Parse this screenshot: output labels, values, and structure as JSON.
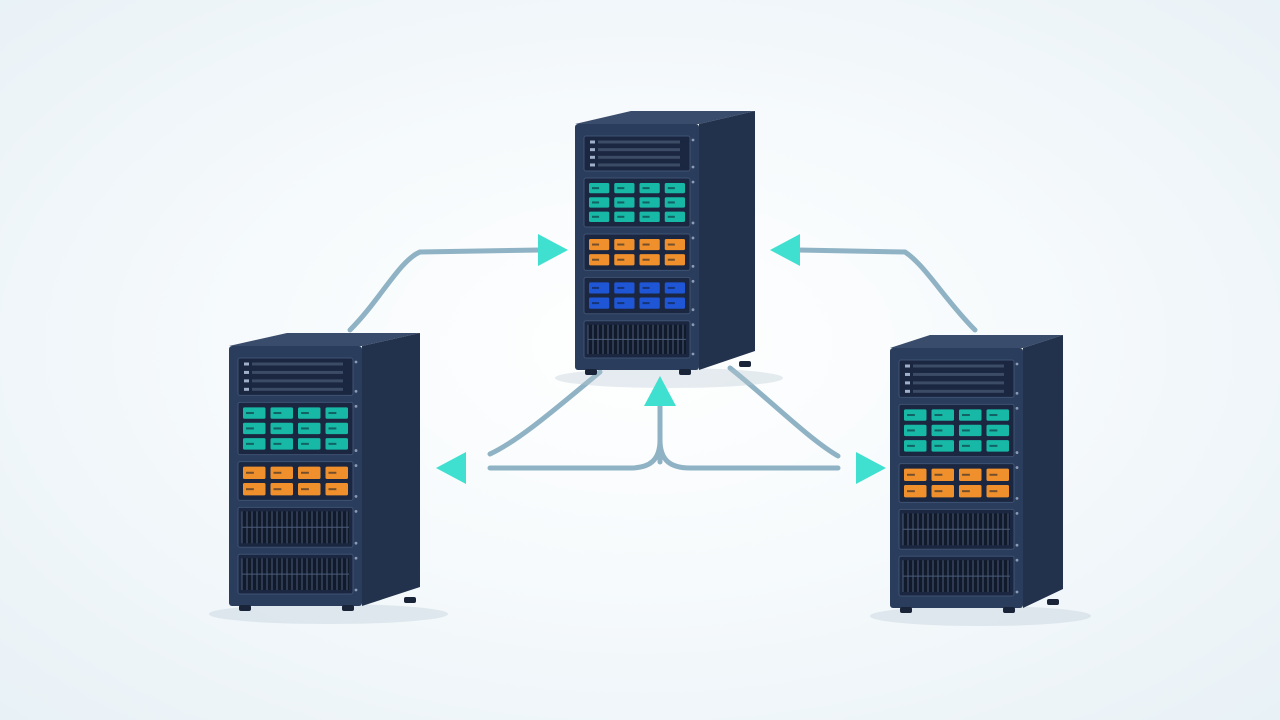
{
  "diagram": {
    "kind": "server-replication-network",
    "colors": {
      "background": "#f4f9fb",
      "chassis_front": "#2b3d5c",
      "chassis_side": "#22324d",
      "chassis_top": "#3a4c6b",
      "bezel": "#1b2740",
      "line": "#8fb3c4",
      "arrow": "#3fe0cf",
      "led_teal": "#17b8a6",
      "led_orange": "#f0902c",
      "led_blue": "#1f56d6"
    },
    "nodes": [
      {
        "id": "server-top",
        "role": "primary",
        "icon": "server-tower-icon",
        "bays": [
          {
            "type": "drive"
          },
          {
            "type": "leds",
            "color": "teal",
            "rows": 3,
            "cols": 4
          },
          {
            "type": "leds",
            "color": "orange",
            "rows": 2,
            "cols": 4
          },
          {
            "type": "leds",
            "color": "blue",
            "rows": 2,
            "cols": 4
          },
          {
            "type": "vent"
          }
        ]
      },
      {
        "id": "server-left",
        "role": "replica",
        "icon": "server-tower-icon",
        "bays": [
          {
            "type": "drive"
          },
          {
            "type": "leds",
            "color": "teal",
            "rows": 3,
            "cols": 4
          },
          {
            "type": "leds",
            "color": "orange",
            "rows": 2,
            "cols": 4
          },
          {
            "type": "vent"
          },
          {
            "type": "vent"
          }
        ]
      },
      {
        "id": "server-right",
        "role": "replica",
        "icon": "server-tower-icon",
        "bays": [
          {
            "type": "drive"
          },
          {
            "type": "leds",
            "color": "teal",
            "rows": 3,
            "cols": 4
          },
          {
            "type": "leds",
            "color": "orange",
            "rows": 2,
            "cols": 4
          },
          {
            "type": "vent"
          },
          {
            "type": "vent"
          }
        ]
      }
    ],
    "connections": [
      {
        "id": "left-to-top",
        "from": "server-left",
        "to": "server-top",
        "arrow": "arrow-right-icon"
      },
      {
        "id": "right-to-top",
        "from": "server-right",
        "to": "server-top",
        "arrow": "arrow-left-icon"
      },
      {
        "id": "hub-to-top",
        "from": "hub",
        "to": "server-top",
        "arrow": "arrow-up-icon"
      },
      {
        "id": "top-to-left",
        "from": "server-top",
        "to": "server-left",
        "arrow": "arrow-left-icon"
      },
      {
        "id": "top-to-right",
        "from": "server-top",
        "to": "server-right",
        "arrow": "arrow-right-icon"
      }
    ]
  }
}
